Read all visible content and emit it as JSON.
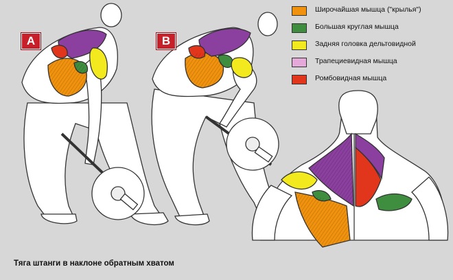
{
  "poses": {
    "a_label": "A",
    "b_label": "B"
  },
  "legend": [
    {
      "label": "Широчайшая мышца (\"крылья\")",
      "color": "#f0920e",
      "name": "legend-latissimus"
    },
    {
      "label": "Большая круглая мышца",
      "color": "#3f8d3f",
      "name": "legend-teres-major"
    },
    {
      "label": "Задняя головка дельтовидной",
      "color": "#f2ea1f",
      "name": "legend-rear-deltoid"
    },
    {
      "label": "Трапециевидная мышца",
      "color": "#e4a9d9",
      "name": "legend-trapezius"
    },
    {
      "label": "Ромбовидная мышца",
      "color": "#e2361c",
      "name": "legend-rhomboid"
    }
  ],
  "caption": "Тяга штанги в наклоне обратным хватом",
  "colors": {
    "background": "#d7d7d7",
    "body_fill": "#ffffff",
    "outline": "#333333",
    "trapezius_drawn": "#8b3f9e",
    "badge": "#c8202a"
  }
}
